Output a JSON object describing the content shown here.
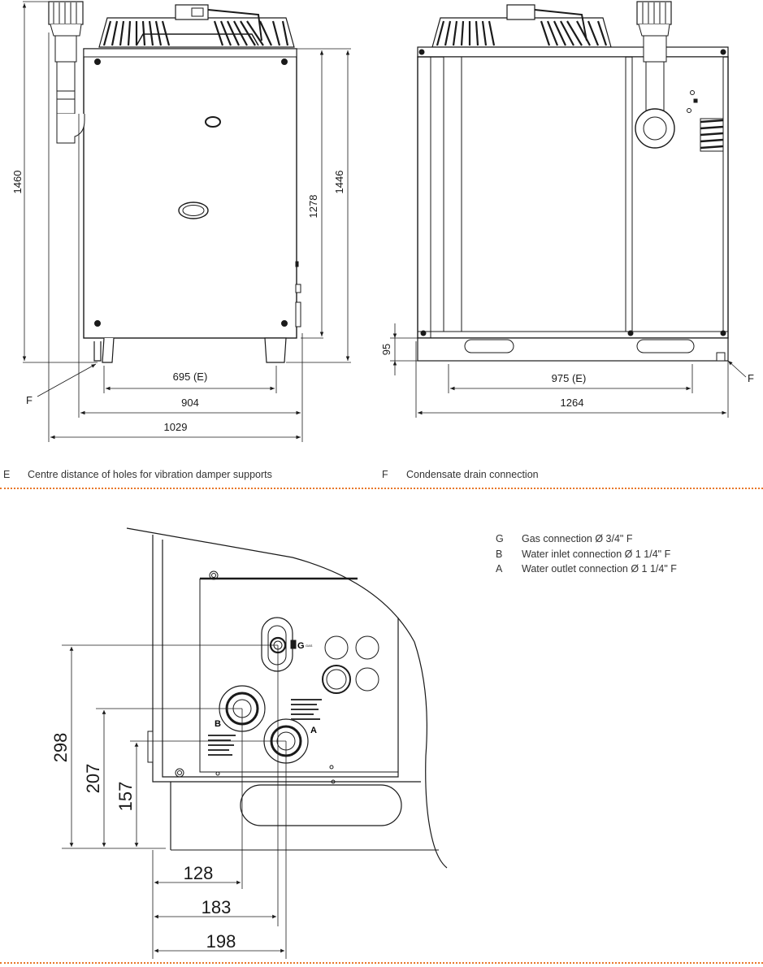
{
  "top_views": {
    "front": {
      "heights": {
        "overall": "1460",
        "cabinet": "1278",
        "cabinet_with_feet": "1446"
      },
      "widths": {
        "feet_holes": "695 (E)",
        "body": "904",
        "overall": "1029"
      },
      "drain_marker": "F"
    },
    "side": {
      "base_height": "95",
      "widths": {
        "feet_holes": "975 (E)",
        "overall": "1264"
      },
      "drain_marker": "F"
    }
  },
  "legend_top": [
    {
      "key": "E",
      "text": "Centre distance of holes for vibration damper supports"
    },
    {
      "key": "F",
      "text": "Condensate drain connection"
    }
  ],
  "detail": {
    "heights": {
      "gas": "298",
      "inlet": "207",
      "outlet": "157"
    },
    "widths": {
      "inlet": "128",
      "gas": "183",
      "outlet": "198"
    },
    "labels": {
      "gas": "G",
      "gas_small": "GAS",
      "inlet": "B",
      "outlet": "A"
    },
    "legend": [
      {
        "key": "G",
        "text": "Gas connection Ø 3/4\" F"
      },
      {
        "key": "B",
        "text": "Water inlet connection Ø 1 1/4\" F"
      },
      {
        "key": "A",
        "text": "Water outlet connection Ø 1 1/4\" F"
      }
    ]
  },
  "colors": {
    "separator": "#e8782a",
    "line": "#1a1a1a"
  }
}
